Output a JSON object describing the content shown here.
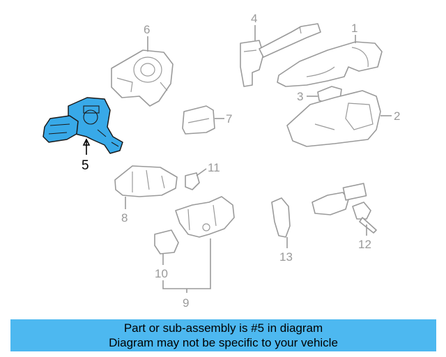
{
  "diagram": {
    "callouts": {
      "c1": "1",
      "c2": "2",
      "c3": "3",
      "c4": "4",
      "c5": "5",
      "c6": "6",
      "c7": "7",
      "c8": "8",
      "c9": "9",
      "c10": "10",
      "c11": "11",
      "c12": "12",
      "c13": "13"
    },
    "highlighted_part": "5",
    "highlight_color": "#38a9e8"
  },
  "banner": {
    "line1": "Part or sub-assembly is #5 in diagram",
    "line2": "Diagram may not be specific to your vehicle",
    "background": "#4db8f0"
  }
}
